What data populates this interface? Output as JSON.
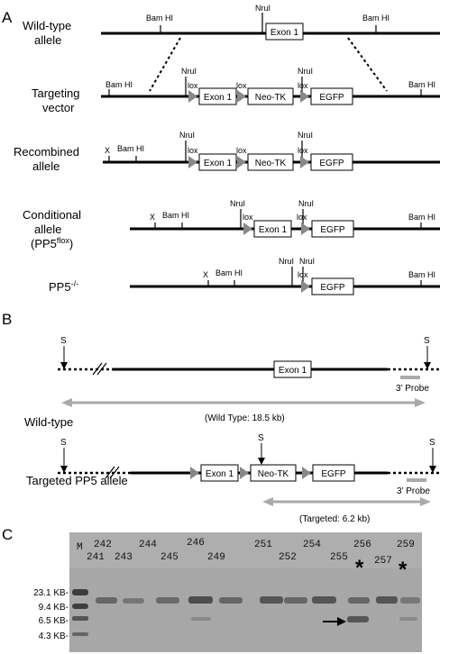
{
  "panel_a": {
    "label": "A",
    "rows": {
      "wild_type": [
        "Wild-type",
        "allele"
      ],
      "targeting": [
        "Targeting",
        "vector"
      ],
      "recombined": [
        "Recombined",
        "allele"
      ],
      "conditional": [
        "Conditional",
        "allele",
        "(PP5",
        "flox",
        ")"
      ],
      "null": [
        "PP5",
        "-/-"
      ]
    },
    "features": {
      "bam": "Bam HI",
      "nru": "NruI",
      "lox": "lox",
      "x": "X",
      "exon1": "Exon 1",
      "neo": "Neo-TK",
      "egfp": "EGFP"
    }
  },
  "panel_b": {
    "label": "B",
    "s": "S",
    "wild_type_label": "Wild-type",
    "targeted_label": "Targeted PP5 allele",
    "probe": "3’ Probe",
    "wt_size": "(Wild Type:  18.5 kb)",
    "tg_size": "(Targeted: 6.2 kb)",
    "exon1": "Exon 1",
    "neo": "Neo-TK",
    "egfp": "EGFP"
  },
  "panel_c": {
    "label": "C",
    "marker": "M",
    "lanes_top": [
      "242",
      "244",
      "246",
      "251",
      "254",
      "256",
      "259"
    ],
    "lanes_bottom": [
      "241",
      "243",
      "245",
      "249",
      "252",
      "255",
      "257"
    ],
    "asterisk": "*",
    "sizes": [
      "23.1 KB-",
      "9.4 KB-",
      "6.5 KB-",
      "4.3 KB-"
    ]
  }
}
